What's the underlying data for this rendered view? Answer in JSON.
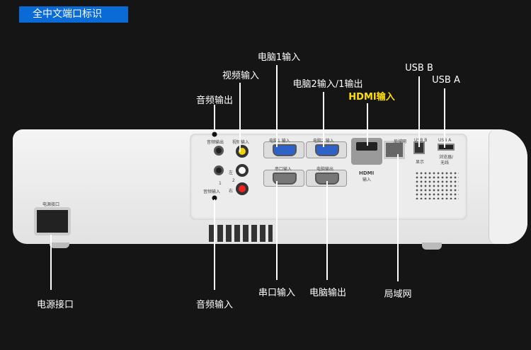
{
  "title": "全中文端口标识",
  "callouts": {
    "pc1_in": "电脑1输入",
    "video_in": "视频输入",
    "audio_out": "音频输出",
    "pc2_in_out": "电脑2输入/1输出",
    "hdmi_in": "HDMI输入",
    "usb_b": "USB B",
    "usb_a": "USB A",
    "power": "电源接口",
    "audio_in": "音频输入",
    "serial_in": "串口输入",
    "pc_out": "电脑输出",
    "lan": "局域网"
  },
  "panel_labels": {
    "audio_out": "音频输出",
    "video_in": "视频输入",
    "pc1_in": "电脑1 输入",
    "pc2_in": "电脑2 输入",
    "lan": "局域网",
    "usb_b": "USB B",
    "usb_a": "USB A",
    "serial_in": "串口输入",
    "pc_out": "电脑输出",
    "display": "显示",
    "browser": "浏览器/",
    "wireless": "无线",
    "hdmi": "HDMI",
    "hdmi_in": "输入",
    "power": "电源接口",
    "left": "左",
    "right": "右",
    "one": "1",
    "two": "2",
    "audio_in": "音频输入"
  },
  "colors": {
    "title_bg": "#0a6ad6",
    "highlight": "#ffe000"
  }
}
